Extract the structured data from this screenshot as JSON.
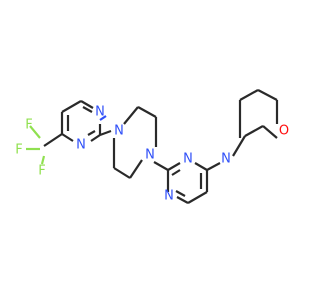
{
  "molecule": {
    "atoms": [
      {
        "id": "F1",
        "label": "F",
        "color": "#90e050"
      },
      {
        "id": "F2",
        "label": "F",
        "color": "#90e050"
      },
      {
        "id": "F3",
        "label": "F",
        "color": "#90e050"
      },
      {
        "id": "N1",
        "label": "N",
        "color": "#3050f8"
      },
      {
        "id": "N2",
        "label": "N",
        "color": "#3050f8"
      },
      {
        "id": "N3",
        "label": "N",
        "color": "#3050f8"
      },
      {
        "id": "N4",
        "label": "N",
        "color": "#3050f8"
      },
      {
        "id": "N5",
        "label": "N",
        "color": "#3050f8"
      },
      {
        "id": "N6",
        "label": "N",
        "color": "#3050f8"
      },
      {
        "id": "N7",
        "label": "N",
        "color": "#3050f8"
      },
      {
        "id": "O1",
        "label": "O",
        "color": "#ff0d0d"
      }
    ],
    "bond_color": "#2a2a2a",
    "background": "#ffffff"
  }
}
